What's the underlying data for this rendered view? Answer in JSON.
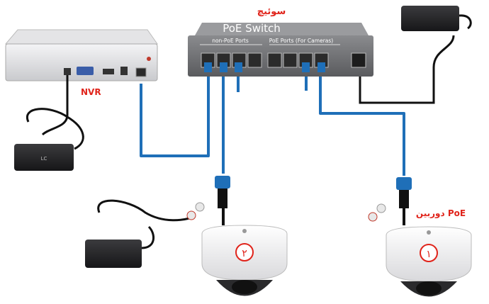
{
  "switch": {
    "title_ar": "سوئیچ",
    "title": "PoE Switch",
    "non_poe_label": "non-PoE Ports",
    "poe_label": "PoE Ports (For Cameras)"
  },
  "nvr": {
    "label": "NVR"
  },
  "camera_label": "دوربین PoE",
  "cameras": [
    {
      "number": "۲"
    },
    {
      "number": "۱"
    }
  ],
  "colors": {
    "cable": "#1f6fb8",
    "label_red": "#e0241b",
    "switch_body": "#6e6f72",
    "device_white": "#f2f2f2",
    "adapter": "#2a2a2c"
  }
}
